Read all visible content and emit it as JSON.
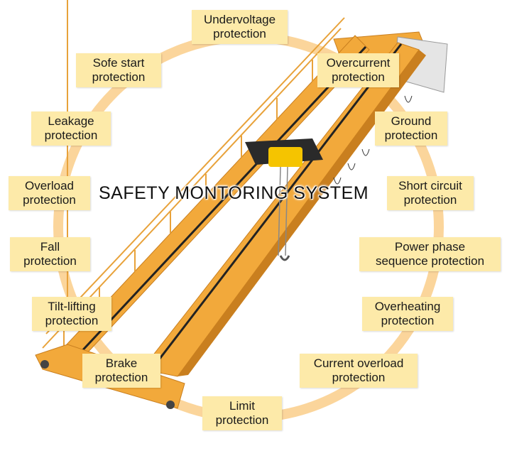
{
  "title": "SAFETY MONTORING SYSTEM",
  "colors": {
    "ring": "#f9c77a",
    "label_bg": "#fdeaa9",
    "crane_body": "#f2a93b",
    "crane_dark": "#c97f1f",
    "rail": "#222222"
  },
  "labels": {
    "undervoltage": [
      "Undervoltage",
      "protection"
    ],
    "overcurrent": [
      "Overcurrent",
      "protection"
    ],
    "soft_start": [
      "Sofe start",
      "protection"
    ],
    "leakage": [
      "Leakage",
      "protection"
    ],
    "ground": [
      "Ground",
      "protection"
    ],
    "overload": [
      "Overload",
      "protection"
    ],
    "short_circuit": [
      "Short circuit",
      "protection"
    ],
    "fall": [
      "Fall",
      "protection"
    ],
    "power_phase": [
      "Power phase",
      "sequence protection"
    ],
    "tilt_lifting": [
      "Tilt-lifting",
      "protection"
    ],
    "overheating": [
      "Overheating",
      "protection"
    ],
    "brake": [
      "Brake",
      "protection"
    ],
    "current_overload": [
      "Current overload",
      "protection"
    ],
    "limit": [
      "Limit",
      "protection"
    ]
  }
}
